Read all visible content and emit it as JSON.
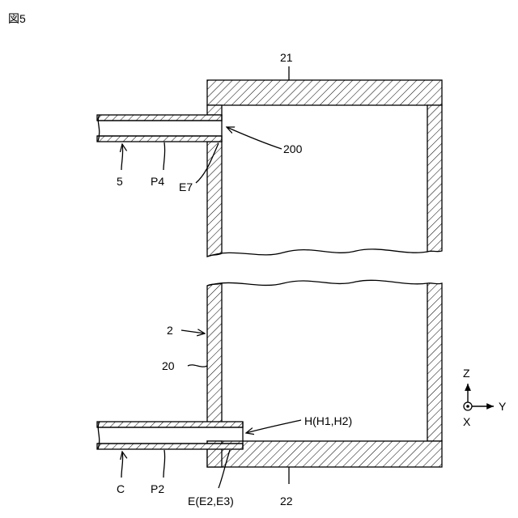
{
  "figure_label": "図5",
  "labels": {
    "top_box": "21",
    "port_200": "200",
    "pipe_5": "5",
    "pipe_P4": "P4",
    "edge_E7": "E7",
    "wall_2": "2",
    "wall_20": "20",
    "hole_H": "H(H1,H2)",
    "pipe_C": "C",
    "pipe_P2": "P2",
    "edge_E": "E(E2,E3)",
    "bottom_box": "22"
  },
  "axes": {
    "z": "Z",
    "y": "Y",
    "x": "X"
  }
}
